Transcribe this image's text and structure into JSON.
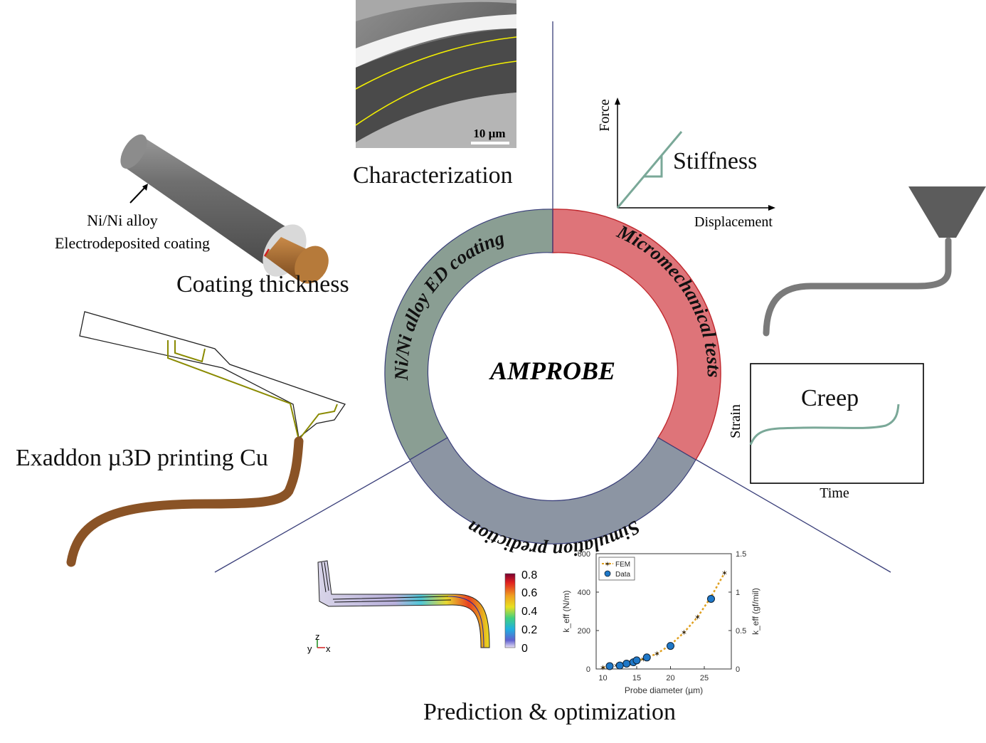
{
  "center": {
    "title": "AMPROBE"
  },
  "ring": {
    "top_left": "Ni/Ni alloy ED coating",
    "top_right": "Micromechanical tests",
    "bottom": "Simulation prediction",
    "colors": {
      "coating": "#8a9e93",
      "tests": "#de7479",
      "simulation": "#8c95a3",
      "tests_edge": "#c0272d",
      "divider": "#3a3f7a"
    }
  },
  "characterization": {
    "label": "Characterization",
    "scale_bar": "10 µm"
  },
  "coating": {
    "label": "Coating thickness",
    "callout_line1": "Ni/Ni alloy",
    "callout_line2": "Electrodeposited coating"
  },
  "printing": {
    "label": "Exaddon µ3D printing Cu"
  },
  "stiffness": {
    "label": "Stiffness",
    "y_axis": "Force",
    "x_axis": "Displacement"
  },
  "creep": {
    "label": "Creep",
    "y_axis": "Strain",
    "x_axis": "Time"
  },
  "prediction": {
    "label": "Prediction & optimization"
  },
  "colorbar": {
    "ticks": [
      "0.8",
      "0.6",
      "0.4",
      "0.2",
      "0"
    ],
    "axis_z": "z",
    "axis_y": "y",
    "axis_x": "x"
  },
  "chart_data": {
    "type": "scatter",
    "xlabel": "Probe diameter (µm)",
    "ylabel": "k_eff (N/m)",
    "ylabel_right": "k_eff (gf/mil)",
    "xlim": [
      9,
      29
    ],
    "ylim": [
      0,
      600
    ],
    "ylim_right": [
      0,
      1.5
    ],
    "x_ticks": [
      "10",
      "15",
      "20",
      "25"
    ],
    "y_ticks": [
      "0",
      "200",
      "400",
      "600"
    ],
    "y_ticks_right": [
      "0",
      "0.5",
      "1",
      "1.5"
    ],
    "legend_position": "top-left",
    "series": [
      {
        "name": "FEM",
        "style": "dotted-line-star",
        "color": "#e0a020",
        "x": [
          10,
          12,
          14,
          16,
          18,
          20,
          22,
          24,
          26,
          28
        ],
        "y": [
          8,
          18,
          32,
          52,
          80,
          125,
          190,
          270,
          375,
          500
        ]
      },
      {
        "name": "Data",
        "style": "circle",
        "color": "#1f78c8",
        "x": [
          11,
          12.5,
          13.5,
          14.5,
          15,
          16.5,
          20,
          26
        ],
        "y": [
          15,
          18,
          28,
          35,
          45,
          60,
          120,
          365
        ]
      }
    ]
  }
}
